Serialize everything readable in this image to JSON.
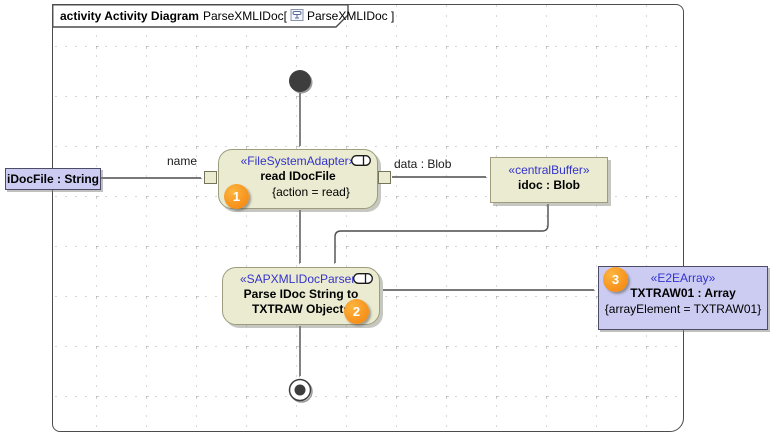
{
  "header": {
    "keyword": "activity Activity Diagram",
    "diagram_name": "ParseXMLIDoc[",
    "diagram_ref": "ParseXMLIDoc ]",
    "icon": "activity-diagram-icon"
  },
  "nodes": {
    "idocfile": {
      "label": "iDocFile : String"
    },
    "read_action": {
      "stereotype": "«FileSystemAdapter»",
      "name": "read IDocFile",
      "constraint": "{action = read}",
      "badge": "1",
      "icon": "adapter-toggle-icon"
    },
    "central_buffer": {
      "stereotype": "«centralBuffer»",
      "name": "idoc : Blob"
    },
    "parse_action": {
      "stereotype": "«SAPXMLIDocParser»",
      "name_line1": "Parse IDoc String to",
      "name_line2": "TXTRAW Objects",
      "badge": "2",
      "icon": "adapter-toggle-icon"
    },
    "txtraw_array": {
      "stereotype": "«E2EArray»",
      "name": "TXTRAW01 : Array",
      "constraint": "{arrayElement = TXTRAW01}",
      "badge": "3"
    }
  },
  "edge_labels": {
    "name": "name",
    "data": "data : Blob"
  },
  "colors": {
    "action_fill": "#ebebd2",
    "action_border": "#9d9d7e",
    "object_fill": "#ccccf2",
    "object_border": "#4c4c66",
    "stereotype_text": "#3333cc",
    "badge_fill": "#f7941e",
    "edge": "#4c4c4c"
  }
}
